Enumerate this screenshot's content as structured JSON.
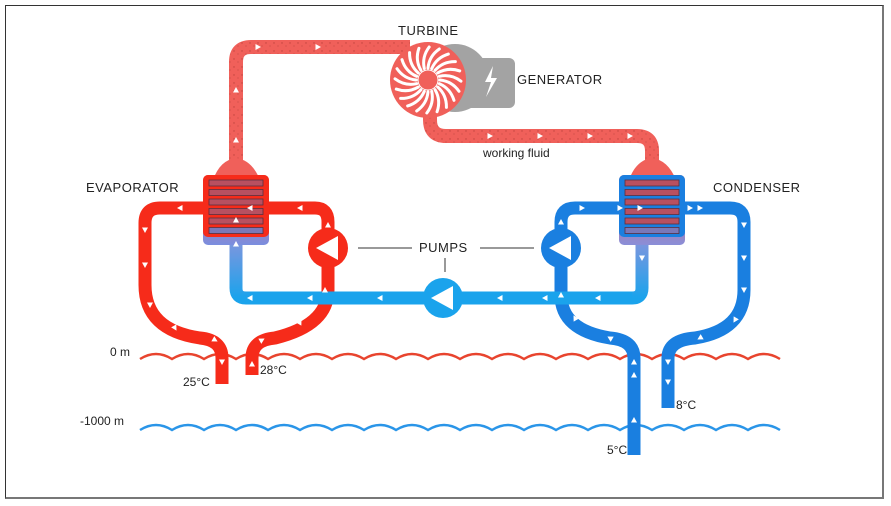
{
  "diagram": {
    "title_type": "OTEC closed-cycle diagram",
    "labels": {
      "turbine": "TURBINE",
      "generator": "GENERATOR",
      "working_fluid": "working fluid",
      "evaporator": "EVAPORATOR",
      "condenser": "CONDENSER",
      "pumps": "PUMPS"
    },
    "depths": {
      "surface": "0 m",
      "deep": "-1000 m"
    },
    "temperatures": {
      "warm_out": "25°C",
      "warm_in": "28°C",
      "cold_in": "5°C",
      "cold_out": "8°C"
    },
    "colors": {
      "warm_water": "#f62b1a",
      "cold_water": "#1a7fe0",
      "working_fluid_vapor": "#f0605a",
      "working_fluid_liquid": "#1aa3ec",
      "generator": "#a3a3a3",
      "surface_wave": "#e8442e",
      "deep_wave": "#2a95e8"
    }
  }
}
